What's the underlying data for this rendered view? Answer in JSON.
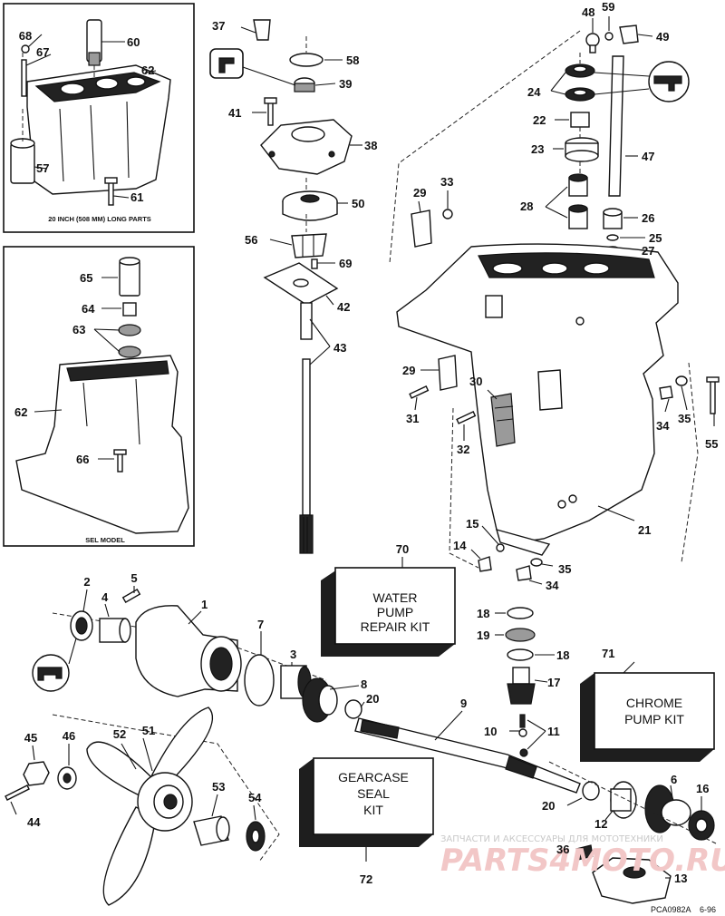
{
  "callouts": {
    "c1": "1",
    "c2": "2",
    "c3": "3",
    "c4": "4",
    "c5": "5",
    "c6": "6",
    "c7": "7",
    "c8": "8",
    "c9": "9",
    "c10": "10",
    "c11": "11",
    "c12": "12",
    "c13": "13",
    "c14": "14",
    "c15": "15",
    "c16": "16",
    "c17": "17",
    "c18a": "18",
    "c18b": "18",
    "c19": "19",
    "c20a": "20",
    "c20b": "20",
    "c21": "21",
    "c22": "22",
    "c23": "23",
    "c24": "24",
    "c25": "25",
    "c26": "26",
    "c27": "27",
    "c28": "28",
    "c29a": "29",
    "c29b": "29",
    "c30": "30",
    "c31": "31",
    "c32": "32",
    "c33": "33",
    "c34a": "34",
    "c34b": "34",
    "c35a": "35",
    "c35b": "35",
    "c36": "36",
    "c37": "37",
    "c38": "38",
    "c39": "39",
    "c41": "41",
    "c42": "42",
    "c43": "43",
    "c44": "44",
    "c45": "45",
    "c46": "46",
    "c47": "47",
    "c48": "48",
    "c49": "49",
    "c50": "50",
    "c51": "51",
    "c52": "52",
    "c53": "53",
    "c54": "54",
    "c55": "55",
    "c56": "56",
    "c57": "57",
    "c58": "58",
    "c59": "59",
    "c60": "60",
    "c61": "61",
    "c62a": "62",
    "c62b": "62",
    "c63": "63",
    "c64": "64",
    "c65": "65",
    "c66": "66",
    "c67": "67",
    "c68": "68",
    "c69": "69",
    "c70": "70",
    "c71": "71",
    "c72": "72"
  },
  "insets": {
    "long_parts_caption": "20 INCH (508 MM) LONG PARTS",
    "sel_model_caption": "SEL MODEL"
  },
  "kits": {
    "water_pump": [
      "WATER",
      "PUMP",
      "REPAIR KIT"
    ],
    "chrome_pump": [
      "CHROME",
      "PUMP KIT"
    ],
    "gearcase_seal": [
      "GEARCASE",
      "SEAL",
      "KIT"
    ]
  },
  "footer": {
    "drawing_ref": "PCA0982A",
    "date_code": "6-96"
  },
  "watermark": {
    "line1": "ЗАПЧАСТИ И АКСЕССУАРЫ ДЛЯ МОТОТЕХНИКИ",
    "line2": "PARTS4MOTO.RU"
  },
  "colors": {
    "ink": "#111111",
    "paper": "#ffffff",
    "watermark": "#f2c7c7"
  }
}
